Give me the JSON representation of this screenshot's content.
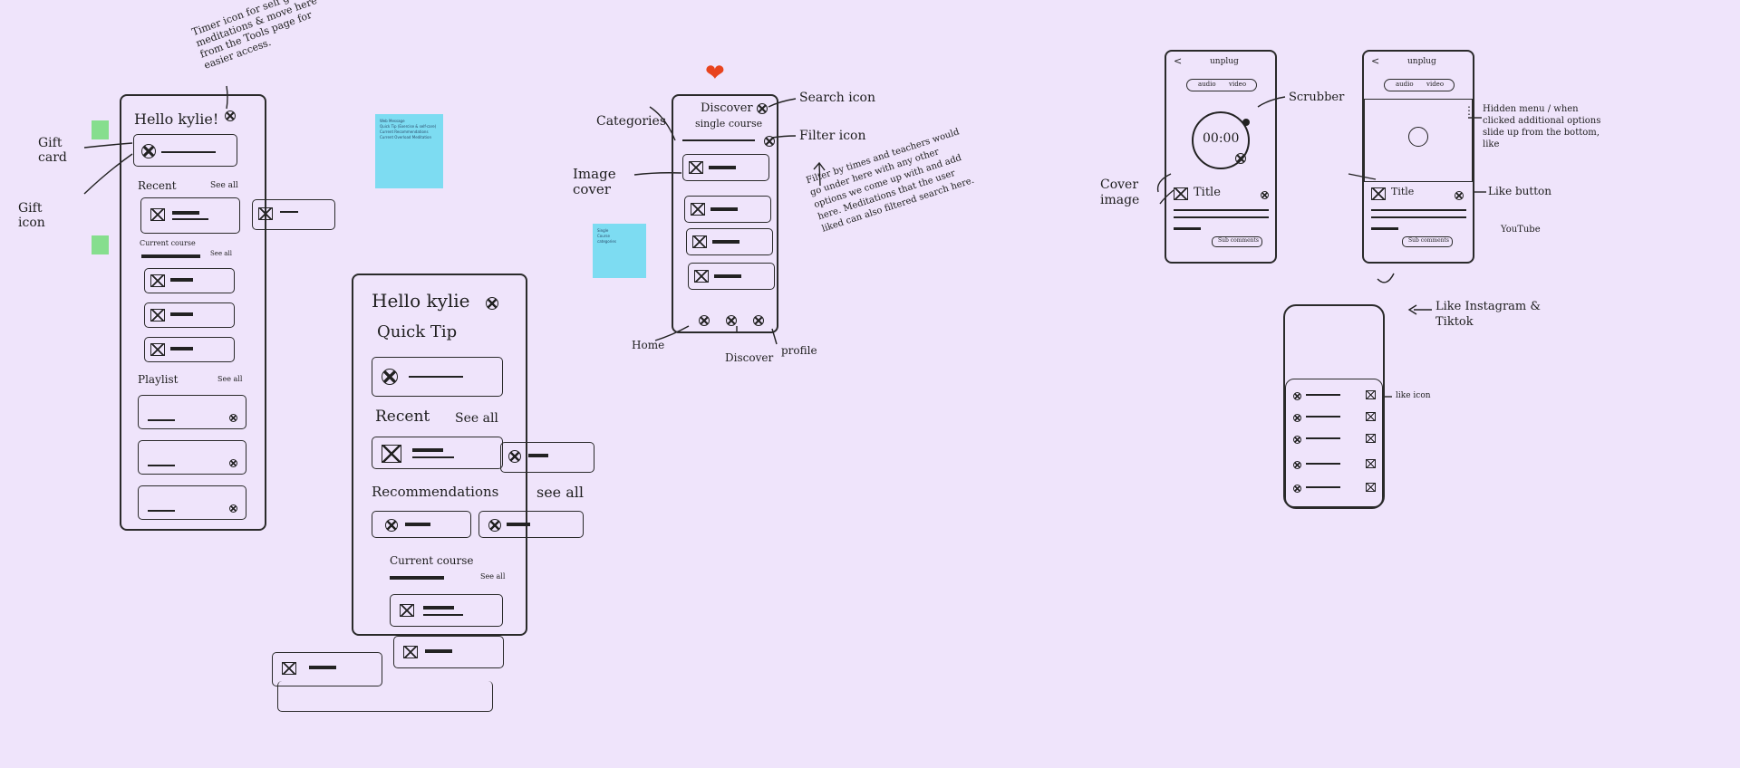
{
  "canvas": {
    "background": "#efe4fb"
  },
  "sketch1": {
    "greeting": "Hello kylie!",
    "recent": "Recent",
    "see_all_recent": "See all",
    "current_course": "Current course",
    "see_all_course": "See all",
    "playlist": "Playlist",
    "see_all_playlist": "See all"
  },
  "sketch2": {
    "greeting": "Hello kylie",
    "quick_tip": "Quick Tip",
    "recent": "Recent",
    "see_all_recent": "See all",
    "recommendations": "Recommendations",
    "see_all_rec": "see all",
    "current_course": "Current course",
    "see_all_course": "See all"
  },
  "sketch3": {
    "title": "Discover",
    "subtitle": "single course",
    "heart_color": "#e8441e"
  },
  "sketch4": {
    "header": "unplug",
    "tab_audio": "audio",
    "tab_video": "video",
    "timer": "00:00",
    "title": "Title",
    "button": "Sub comments"
  },
  "sketch5": {
    "header": "unplug",
    "tab_audio": "audio",
    "tab_video": "video",
    "title": "Title",
    "button": "Sub comments"
  },
  "annotations": {
    "timer_note": "Timer icon for self guided meditations & move here from the Tools page for easier access.",
    "gift_card": "Gift card",
    "gift_icon": "Gift icon",
    "categories": "Categories",
    "search_icon": "Search icon",
    "filter_icon": "Filter icon",
    "image_cover": "Image cover",
    "filter_note": "Filter by times and teachers would go under here with any other options we come up with and add here. Meditations that the user liked can also filtered search here.",
    "home": "Home",
    "discover": "Discover",
    "profile": "profile",
    "scrubber": "Scrubber",
    "cover_image": "Cover image",
    "hidden_menu": "Hidden menu / when clicked additional options slide up from the bottom, like",
    "like_button": "Like button",
    "youtube": "YouTube",
    "like_insta": "Like Instagram & Tiktok",
    "like_icon": "like icon"
  },
  "sticky_notes": [
    {
      "color": "#7ddcf2",
      "lines": [
        "Web Message",
        "Quick Tip (Exercise & self-care)",
        "Current Recommendations",
        "Current Overload Meditation"
      ]
    },
    {
      "color": "#7ddcf2",
      "lines": [
        "Single",
        "Course",
        "categories"
      ]
    }
  ]
}
